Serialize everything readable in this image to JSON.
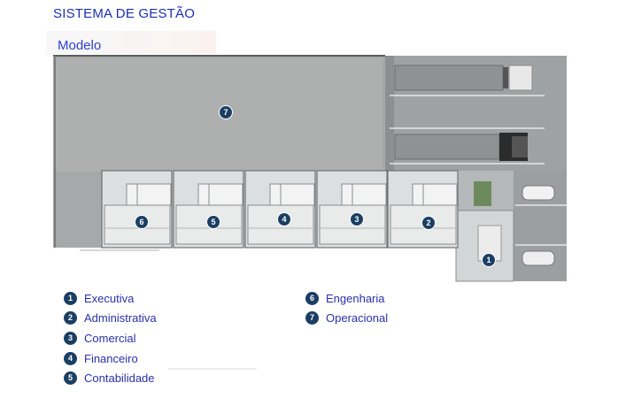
{
  "header": {
    "title": "SISTEMA DE GESTÃO",
    "subtitle": "Modelo"
  },
  "plan": {
    "markers": [
      "7",
      "6",
      "5",
      "4",
      "3",
      "2",
      "1"
    ]
  },
  "legend": {
    "items": [
      {
        "num": "1",
        "label": "Executiva"
      },
      {
        "num": "2",
        "label": "Administrativa"
      },
      {
        "num": "3",
        "label": "Comercial"
      },
      {
        "num": "4",
        "label": "Financeiro"
      },
      {
        "num": "5",
        "label": "Contabilidade"
      },
      {
        "num": "6",
        "label": "Engenharia"
      },
      {
        "num": "7",
        "label": "Operacional"
      }
    ]
  },
  "colors": {
    "title": "#1d2fb0",
    "badge": "#1b3e63",
    "floor": "#a9acac",
    "parking": "#999c9c"
  }
}
